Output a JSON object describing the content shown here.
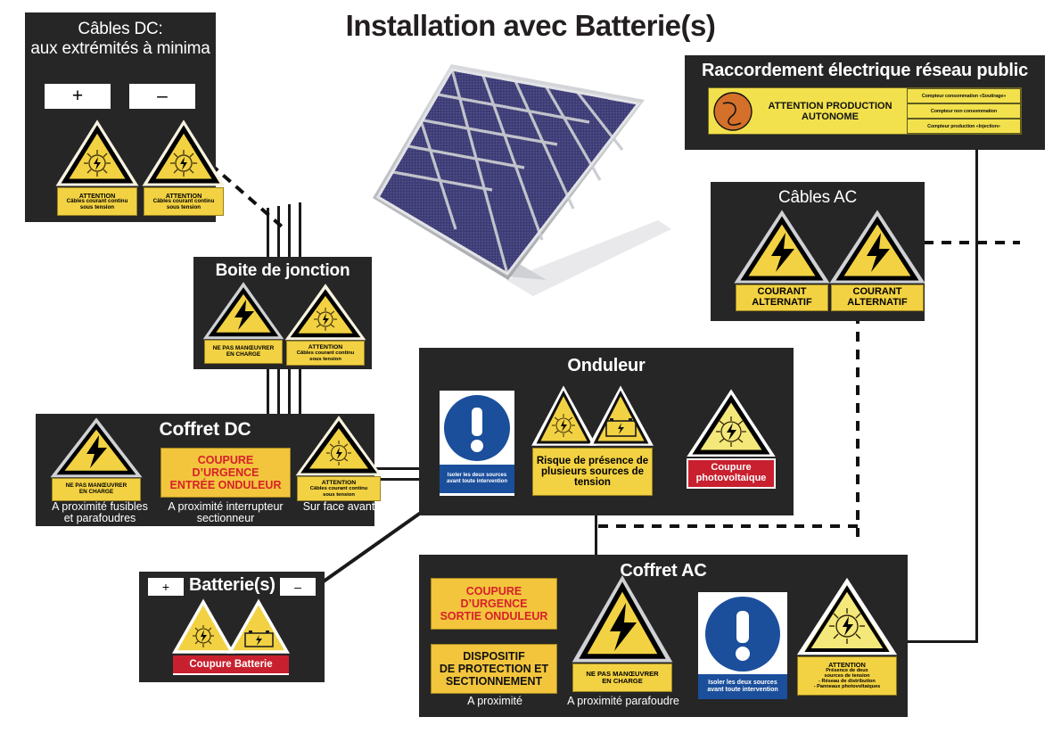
{
  "title": "Installation avec Batterie(s)",
  "colors": {
    "panel_bg": "#262626",
    "sign_yellow": "#f2d243",
    "sign_yellow_light": "#f5e87a",
    "alert_red": "#c8202e",
    "mandatory_blue": "#1b4f9c",
    "grid_yellow": "#f2e14c",
    "text_red": "#d8202a",
    "cell_blue": "#3b3a78"
  },
  "dc_cables": {
    "title_line1": "Câbles DC:",
    "title_line2": "aux extrémités à minima",
    "plus": "+",
    "minus": "–",
    "signs": [
      {
        "icon": "pv-sun-flash-triangle-icon",
        "caption_head": "ATTENTION",
        "caption_body": "Câbles courant continu\nsous tension"
      },
      {
        "icon": "pv-sun-flash-triangle-icon",
        "caption_head": "ATTENTION",
        "caption_body": "Câbles courant continu\nsous tension"
      }
    ]
  },
  "grid_connection": {
    "title": "Raccordement électrique réseau public",
    "banner_label": "ATTENTION PRODUCTION AUTONOME",
    "logo": "autonomous-production-logo-icon",
    "meters": [
      "Compteur consommation «Soutirage»",
      "Compteur non consommation",
      "Compteur production «Injection»"
    ]
  },
  "ac_cables": {
    "title": "Câbles AC",
    "signs": [
      {
        "icon": "high-voltage-flash-triangle-icon",
        "caption_line1": "COURANT",
        "caption_line2": "ALTERNATIF"
      },
      {
        "icon": "high-voltage-flash-triangle-icon",
        "caption_line1": "COURANT",
        "caption_line2": "ALTERNATIF"
      }
    ]
  },
  "junction_box": {
    "title": "Boite de jonction",
    "signs": [
      {
        "icon": "high-voltage-flash-triangle-icon",
        "caption_line1": "NE PAS MANŒUVRER",
        "caption_line2": "EN CHARGE"
      },
      {
        "icon": "pv-sun-flash-triangle-icon",
        "caption_head": "ATTENTION",
        "caption_body": "Câbles courant continu\nsous tension"
      }
    ]
  },
  "coffret_dc": {
    "title": "Coffret DC",
    "items": [
      {
        "type": "triangle",
        "icon": "high-voltage-flash-triangle-icon",
        "caption_line1": "NE PAS MANŒUVRER",
        "caption_line2": "EN CHARGE",
        "sub": "A proximité fusibles\net parafoudres"
      },
      {
        "type": "textbox",
        "lines": [
          "COUPURE",
          "D’URGENCE",
          "ENTRÉE ONDULEUR"
        ],
        "sub": "A proximité interrupteur\nsectionneur"
      },
      {
        "type": "triangle",
        "icon": "pv-sun-flash-triangle-icon",
        "caption_head": "ATTENTION",
        "caption_body": "Câbles courant continu\nsous tension",
        "sub": "Sur face avant"
      }
    ]
  },
  "onduleur": {
    "title": "Onduleur",
    "items": [
      {
        "type": "blue",
        "icon": "exclamation-mandatory-icon",
        "strip": "Isoler les deux sources\navant toute intervention"
      },
      {
        "type": "double-triangle",
        "icons": [
          "pv-sun-flash-triangle-icon",
          "battery-flash-triangle-icon"
        ],
        "caption": "Risque de présence de\nplusieurs sources de\ntension"
      },
      {
        "type": "triangle-red",
        "icon": "pv-sun-flash-triangle-icon",
        "caption_line1": "Coupure",
        "caption_line2": "photovoltaique"
      }
    ]
  },
  "batteries": {
    "title": "Batterie(s)",
    "plus": "+",
    "minus": "–",
    "icons": [
      "pv-sun-flash-triangle-icon",
      "battery-flash-triangle-icon"
    ],
    "caption": "Coupure Batterie"
  },
  "coffret_ac": {
    "title": "Coffret AC",
    "items": [
      {
        "type": "textbox-stack",
        "box1": [
          "COUPURE",
          "D’URGENCE",
          "SORTIE ONDULEUR"
        ],
        "box2": [
          "DISPOSITIF",
          "DE PROTECTION ET",
          "SECTIONNEMENT"
        ],
        "sub": "A proximité"
      },
      {
        "type": "triangle",
        "icon": "high-voltage-flash-triangle-icon",
        "caption_line1": "NE PAS MANŒUVRER",
        "caption_line2": "EN CHARGE",
        "sub": "A proximité parafoudre"
      },
      {
        "type": "blue",
        "icon": "exclamation-mandatory-icon",
        "strip": "Isoler les deux sources\navant toute intervention"
      },
      {
        "type": "triangle-attention",
        "icon": "pv-sun-flash-triangle-icon",
        "caption_head": "ATTENTION",
        "caption_body": "Présence de deux\nsources de tension\n- Réseau de distribution\n- Panneaux photovoltaiques"
      }
    ]
  },
  "solar_array": {
    "icon": "solar-panel-array-icon",
    "rows": 5,
    "cols": 6
  }
}
